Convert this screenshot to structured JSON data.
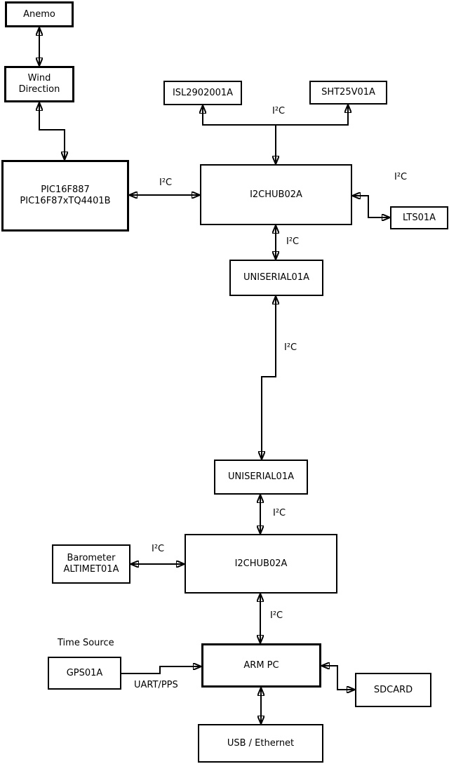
{
  "diagram": {
    "type": "hardware-block-diagram",
    "bus_protocol": "I²C",
    "colors": {
      "line": "#000000",
      "box_fill": "#ffffff",
      "background": "#ffffff"
    }
  },
  "nodes": {
    "anemo": {
      "label": "Anemo"
    },
    "wind_direction": {
      "line1": "Wind",
      "line2": "Direction"
    },
    "pic": {
      "line1": "PIC16F887",
      "line2": "PIC16F87xTQ4401B"
    },
    "isl": {
      "label": "ISL2902001A"
    },
    "sht": {
      "label": "SHT25V01A"
    },
    "i2chub_top": {
      "label": "I2CHUB02A"
    },
    "lts": {
      "label": "LTS01A"
    },
    "uniserial_top": {
      "label": "UNISERIAL01A"
    },
    "uniserial_bottom": {
      "label": "UNISERIAL01A"
    },
    "i2chub_bottom": {
      "label": "I2CHUB02A"
    },
    "barometer": {
      "line1": "Barometer",
      "line2": "ALTIMET01A"
    },
    "arm_pc": {
      "label": "ARM PC"
    },
    "gps": {
      "label": "GPS01A"
    },
    "sdcard": {
      "label": "SDCARD"
    },
    "usb_ethernet": {
      "label": "USB / Ethernet"
    }
  },
  "edge_labels": {
    "i2c_top_branch": "I²C",
    "i2c_pic_hub": "I²C",
    "i2c_hub_lts": "I²C",
    "i2c_hub_uniserial": "I²C",
    "i2c_long_link": "I²C",
    "i2c_uniserial_hub2": "I²C",
    "i2c_barometer_hub2": "I²C",
    "i2c_hub2_armpc": "I²C",
    "time_source": "Time Source",
    "uart_pps": "UART/PPS"
  }
}
